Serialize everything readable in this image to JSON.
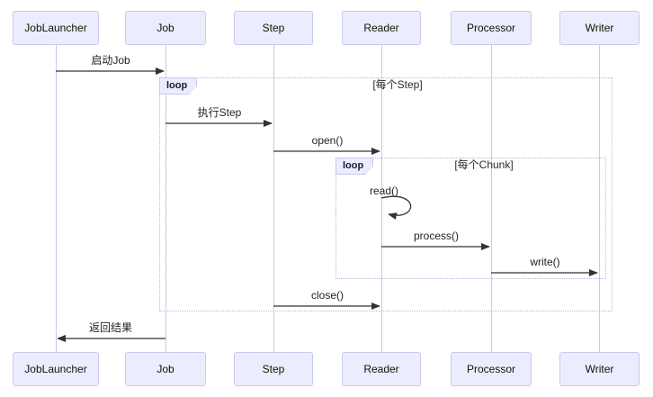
{
  "diagram": {
    "type": "sequence-diagram",
    "participants": [
      {
        "id": "joblauncher",
        "label": "JobLauncher"
      },
      {
        "id": "job",
        "label": "Job"
      },
      {
        "id": "step",
        "label": "Step"
      },
      {
        "id": "reader",
        "label": "Reader"
      },
      {
        "id": "processor",
        "label": "Processor"
      },
      {
        "id": "writer",
        "label": "Writer"
      }
    ],
    "messages": [
      {
        "label": "启动Job",
        "from": "JobLauncher",
        "to": "Job",
        "style": "solid"
      },
      {
        "label": "执行Step",
        "from": "Job",
        "to": "Step",
        "style": "solid"
      },
      {
        "label": "open()",
        "from": "Step",
        "to": "Reader",
        "style": "solid"
      },
      {
        "label": "read()",
        "from": "Reader",
        "to": "Reader",
        "style": "solid-self"
      },
      {
        "label": "process()",
        "from": "Reader",
        "to": "Processor",
        "style": "solid"
      },
      {
        "label": "write()",
        "from": "Processor",
        "to": "Writer",
        "style": "solid"
      },
      {
        "label": "close()",
        "from": "Step",
        "to": "Reader",
        "style": "solid"
      },
      {
        "label": "返回结果",
        "from": "Job",
        "to": "JobLauncher",
        "style": "solid"
      }
    ],
    "loops": [
      {
        "label": "loop",
        "condition": "[每个Step]"
      },
      {
        "label": "loop",
        "condition": "[每个Chunk]"
      }
    ],
    "colors": {
      "actor_fill": "#ECECFF",
      "actor_border": "#c9c9f0",
      "lifeline": "#c9c9ef",
      "frame_border": "#b6b6dd",
      "arrow": "#333333",
      "text": "#1f1f1f"
    }
  }
}
